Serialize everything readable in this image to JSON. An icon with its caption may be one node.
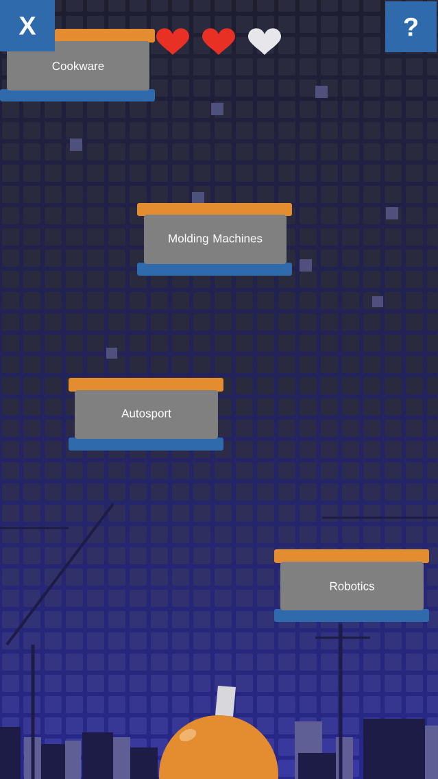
{
  "diagram": {
    "nodes": [
      {
        "text": [
          "X"
        ]
      },
      {
        "text": [
          "Cookware"
        ]
      },
      {
        "text": [
          "?"
        ]
      },
      {
        "text": [
          "Molding Machines"
        ]
      },
      {
        "text": [
          "Autosport"
        ]
      },
      {
        "text": [
          "Robotics"
        ]
      }
    ]
  }
}
